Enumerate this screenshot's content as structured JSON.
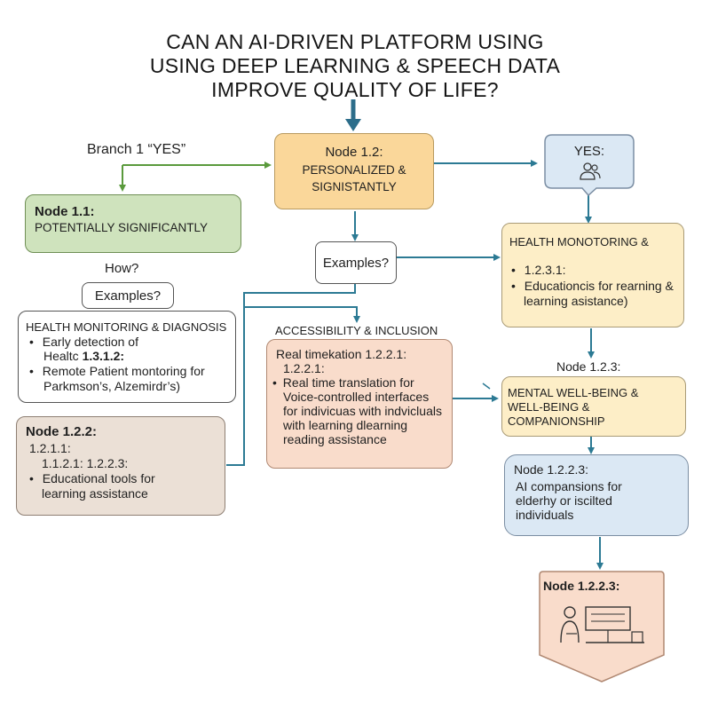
{
  "title": {
    "line1": "CAN AN AI-DRIVEN PLATFORM USING",
    "line2": "USING DEEP LEARNING & SPEECH DATA",
    "line3": "IMPROVE QUALITY OF LIFE?"
  },
  "branch1_label": "Branch 1 “YES”",
  "node_1_1": {
    "heading": "Node 1.1:",
    "text": "POTENTIALLY SIGNIFICANTLY"
  },
  "node_1_2": {
    "heading": "Node 1.2:",
    "line1": "PERSONALIZED &",
    "line2": "SIGNISTANTLY"
  },
  "yes_bubble": {
    "label": "YES:",
    "icon": "people-icon"
  },
  "how_label": "How?",
  "examples_left": "Examples?",
  "examples_center": "Examples?",
  "health_diag": {
    "heading": "HEALTH MONITORING & DIAGNOSIS",
    "b1a": "Early detection of",
    "b1b_prefix": "Healtc",
    "b1b_code": "1.3.1.2:",
    "b2a": "Remote Patient montoring for",
    "b2b": "Parkmson’s, Alzemirdr’s)"
  },
  "node_1_2_2": {
    "heading": "Node 1.2.2:",
    "l1": "1.2.1.1:",
    "l2": "1.1.2.1: 1.2.2.3:",
    "b1a": "Educational tools for",
    "b1b": "learning assistance"
  },
  "access_label": "ACCESSIBILITY & INCLUSION",
  "access_box": {
    "l1": "Real timekation 1.2.2.1:",
    "l2": "1.2.2.1:",
    "b1": "Real time translation for",
    "l3": "Voice-controlled interfaces",
    "l4": "for indivicuas with indvicluals",
    "l5": "with learning dlearning",
    "l6": "reading assistance"
  },
  "health_right": {
    "heading": "HEALTH MONOTORING &",
    "code": "1.2.3.1:",
    "b1": "Educationcis for rearning &",
    "b2": "learning asistance)"
  },
  "node_1_2_3_label": "Node 1.2.3:",
  "mental": {
    "l1": "MENTAL WELL-BEING &",
    "l2": "WELL-BEING &",
    "l3": "COMPANIONSHIP"
  },
  "node_1_2_2_3_blue": {
    "heading": "Node 1.2.2.3:",
    "l1": "AI compansions for",
    "l2": "elderhy or iscilted",
    "l3": "individuals"
  },
  "node_1_2_2_3_bottom": {
    "heading": "Node 1.2.2.3:",
    "icon": "person-at-computer-icon"
  },
  "colors": {
    "arrow_teal": "#2c7a94",
    "arrow_green": "#5a9a3c",
    "green_box": "#cfe3bd",
    "orange_box": "#fad79a",
    "blue_box": "#dbe8f4",
    "yellow_box": "#fdeec7",
    "peach_box": "#f9dccb",
    "tan_box": "#ebe0d6"
  }
}
